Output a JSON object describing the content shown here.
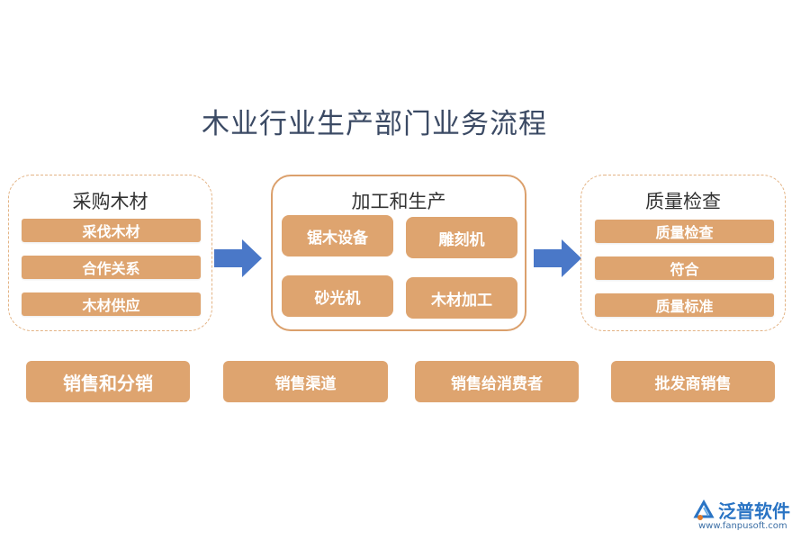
{
  "title": "木业行业生产部门业务流程",
  "groups": {
    "purchase": {
      "title": "采购木材",
      "items": [
        "采伐木材",
        "合作关系",
        "木材供应"
      ]
    },
    "processing": {
      "title": "加工和生产",
      "items": [
        "锯木设备",
        "雕刻机",
        "砂光机",
        "木材加工"
      ]
    },
    "quality": {
      "title": "质量检查",
      "items": [
        "质量检查",
        "符合",
        "质量标准"
      ]
    }
  },
  "bottom_row": [
    "销售和分销",
    "销售渠道",
    "销售给消费者",
    "批发商销售"
  ],
  "logo": {
    "name": "泛普软件",
    "url": "www.fanpusoft.com"
  },
  "colors": {
    "tile": "#dea46f",
    "border": "#dba06c",
    "arrow": "#4a78c8",
    "title_text": "#3b4a64"
  }
}
